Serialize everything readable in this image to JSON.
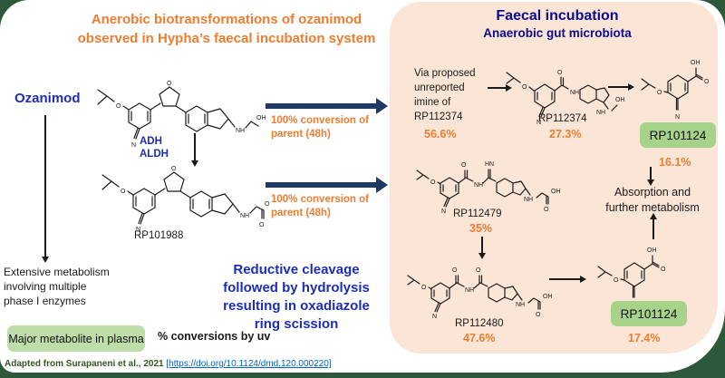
{
  "colors": {
    "background_green": "#2d5839",
    "panel_peach": "#fbe5d6",
    "accent_orange": "#ed7d31",
    "arrow_navy": "#1f3864",
    "text_blue": "#1c2db8",
    "heading_navy": "#0b0b8f",
    "metabolite_green": "#a6d389",
    "link_blue": "#0563c1"
  },
  "title": {
    "line1": "Anerobic biotransformations of ozanimod",
    "line2": "observed in Hypha’s faecal incubation system"
  },
  "left": {
    "compound": "Ozanimod",
    "enzymes": {
      "line1": "ADH",
      "line2": "ALDH"
    },
    "metabolite_label": "RP101988",
    "extensive": {
      "line1": "Extensive metabolism",
      "line2": "involving multiple",
      "line3": "phase I enzymes"
    },
    "conversion1": {
      "line1": "100% conversion of",
      "line2": "parent (48h)"
    },
    "conversion2": {
      "line1": "100% conversion of",
      "line2": "parent (48h)"
    },
    "reductive": {
      "line1": "Reductive cleavage",
      "line2": "followed by hydrolysis",
      "line3": "resulting in oxadiazole",
      "line4": "ring scission"
    },
    "plasma_box": "Major metabolite in plasma",
    "uv_note": "% conversions by uv"
  },
  "panel": {
    "heading1": "Faecal incubation",
    "heading2": "Anaerobic gut microbiota",
    "via": {
      "line1": "Via proposed",
      "line2": "unreported",
      "line3": "imine of",
      "line4": "RP112374"
    },
    "via_pct": "56.6%",
    "rp112374": {
      "label": "RP112374",
      "pct": "27.3%"
    },
    "rp101124_top": {
      "label": "RP101124",
      "pct": "16.1%"
    },
    "absorption": {
      "line1": "Absorption and",
      "line2": "further metabolism"
    },
    "rp112479": {
      "label": "RP112479",
      "pct": "35%"
    },
    "rp112480": {
      "label": "RP112480",
      "pct": "47.6%"
    },
    "rp101124_bottom": {
      "label": "RP101124",
      "pct": "17.4%"
    }
  },
  "footer": {
    "credit": "Adapted from Surapaneni et al., 2021",
    "link": "[https://doi.org/10.1124/dmd.120.000220]"
  },
  "atoms": {
    "O": "O",
    "N": "N",
    "NH": "NH",
    "HN": "HN",
    "OH": "OH"
  }
}
